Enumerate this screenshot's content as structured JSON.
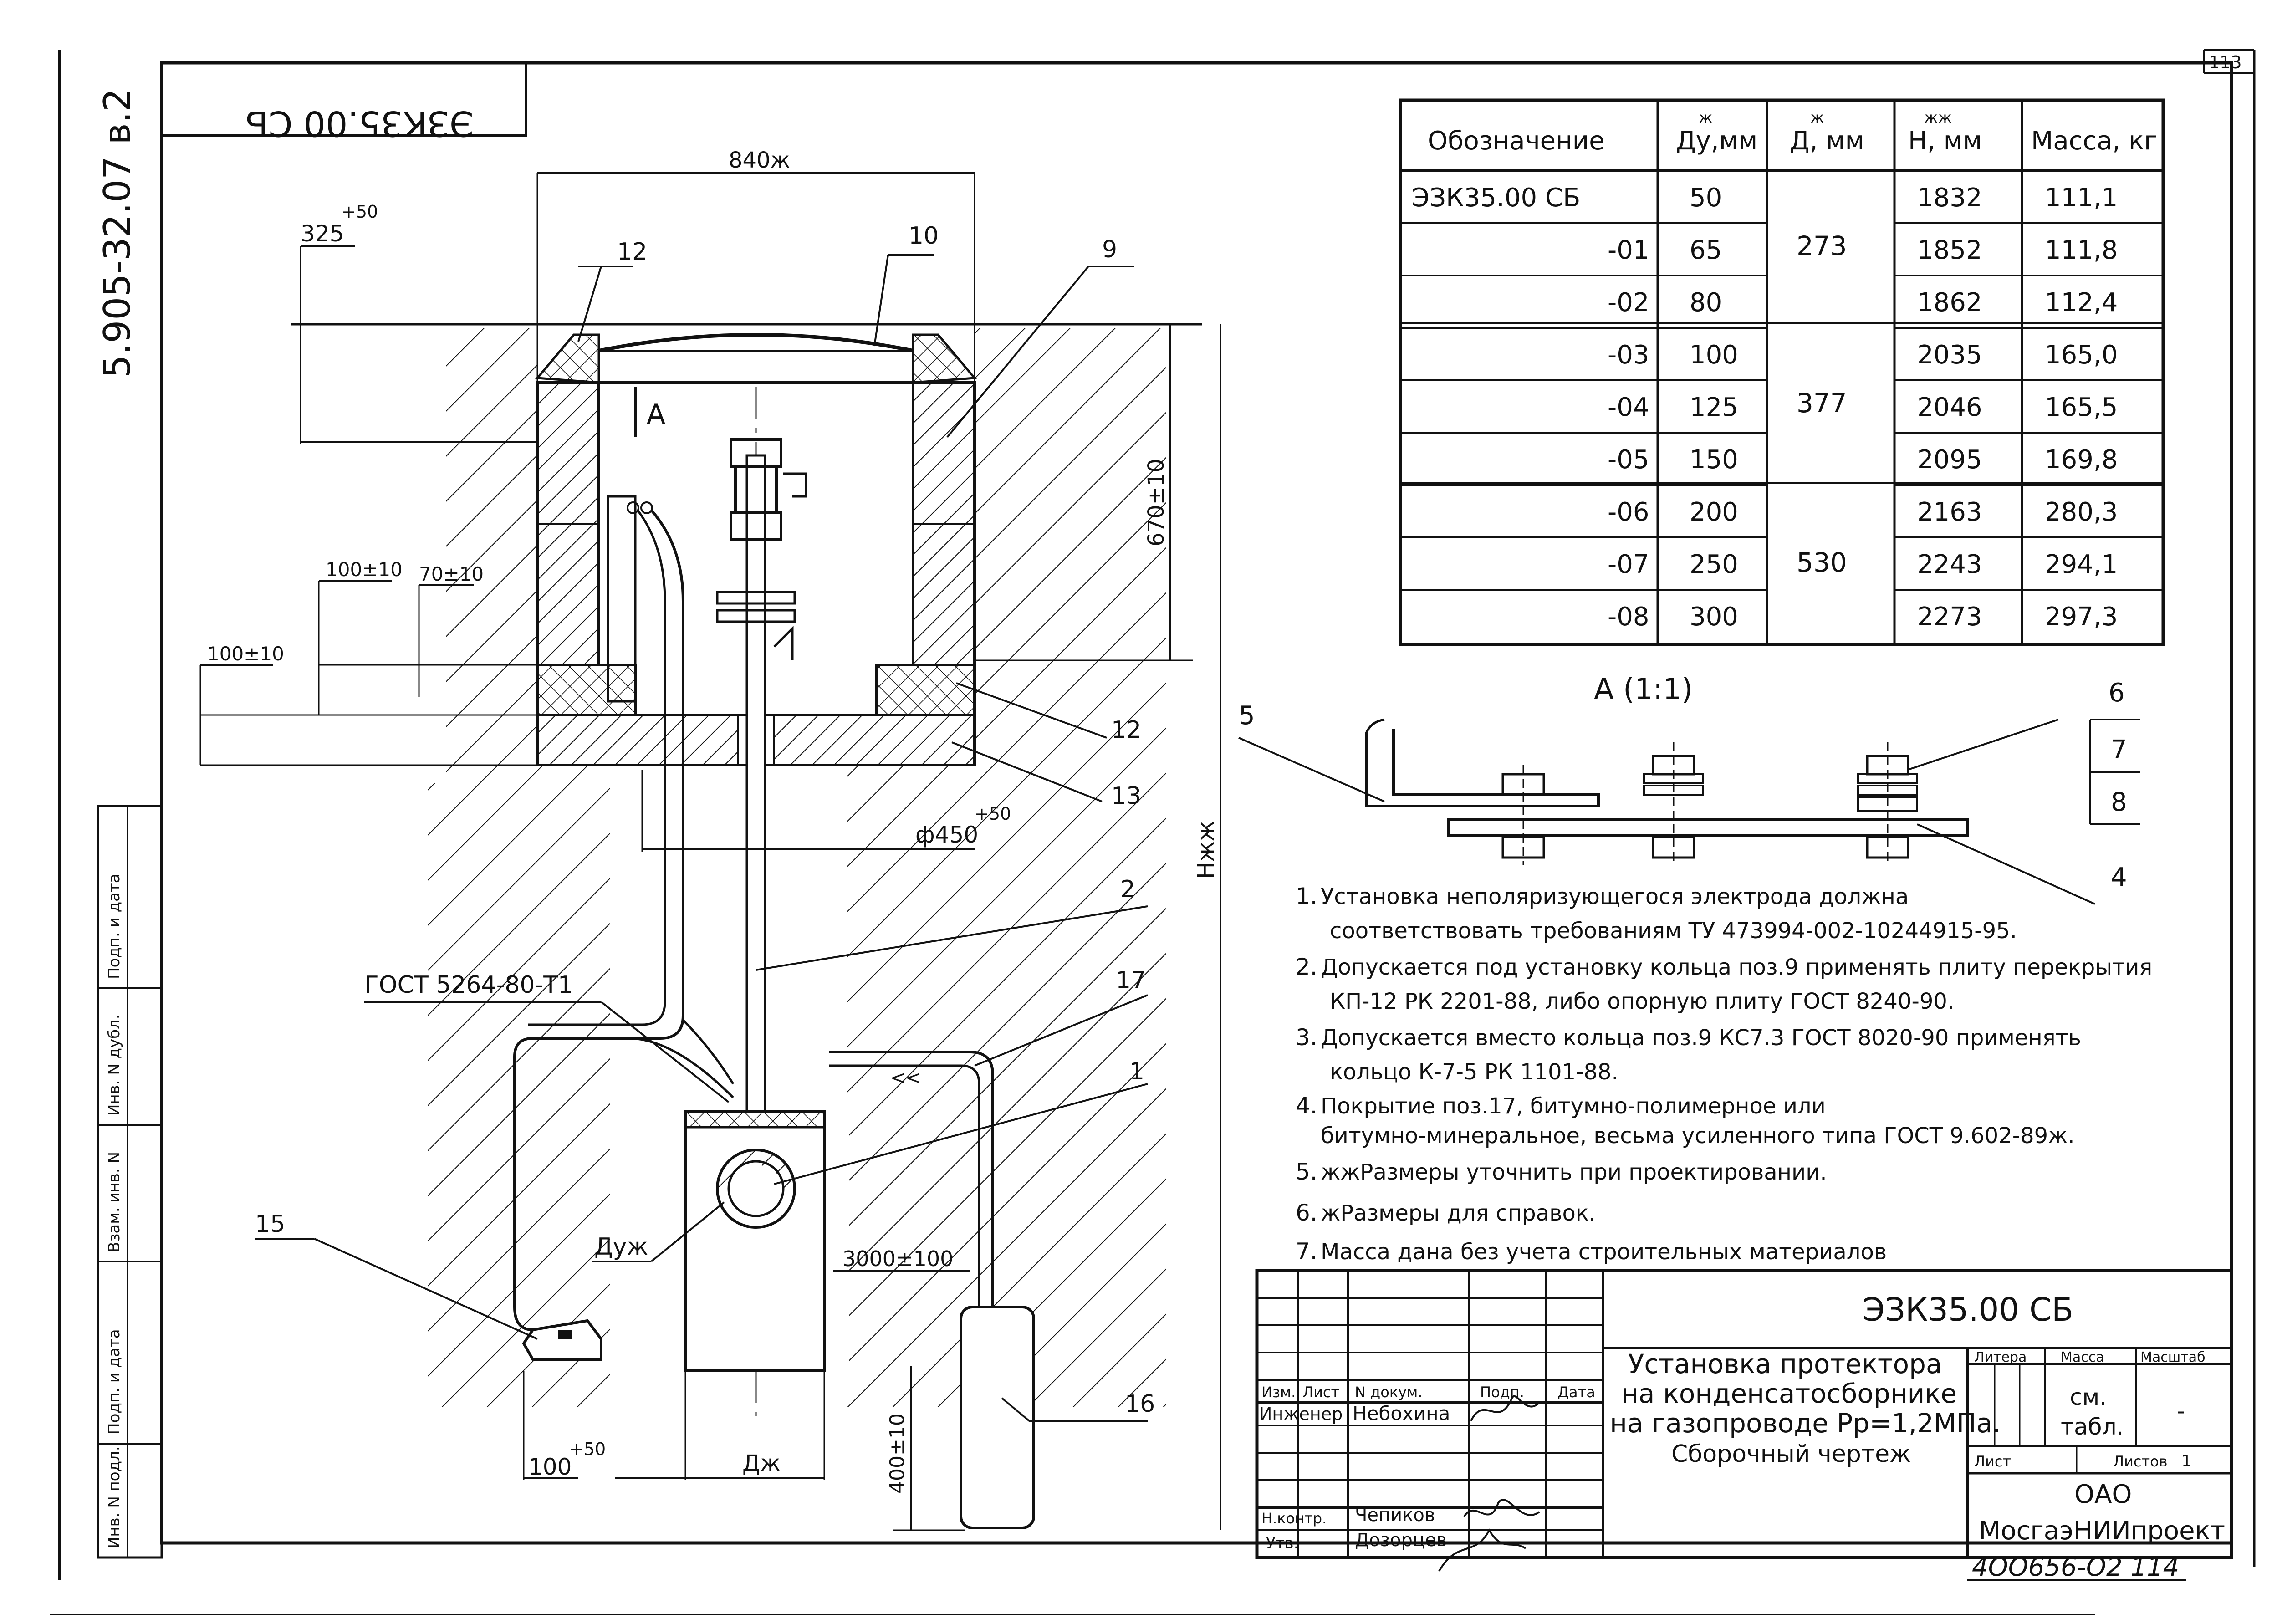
{
  "sheet": {
    "page_number": "113",
    "side_code": "5.905-32.07 в.2",
    "stamp_code": "ЭЗК35.00 СБ",
    "handwritten_number": "4ОО656-О2 114"
  },
  "drawing": {
    "dim_840": "840ж",
    "dim_325": "325",
    "dim_325_tol": "+50",
    "dim_670": "670±10",
    "dim_100_a": "100±10",
    "dim_70": "70±10",
    "dim_100_b": "100±10",
    "dim_450": "ф450",
    "dim_450_tol": "+50",
    "dim_hh": "Нжж",
    "gost_label": "ГОСТ 5264-80-Т1",
    "du_label": "Дуж",
    "dim_3000": "3000±100",
    "dim_100_c": "100",
    "dim_100_c_tol": "+50",
    "dim_d": "Дж",
    "dim_400": "400±10",
    "section_mark": "А",
    "pos_labels": [
      "12",
      "10",
      "9",
      "12",
      "13",
      "2",
      "17",
      "1",
      "15",
      "16"
    ]
  },
  "spec_table": {
    "headers": [
      "Обозначение",
      "Ду,мм",
      "Д, мм",
      "Н, мм",
      "Масса, кг"
    ],
    "header_marks": [
      "ж",
      "ж",
      "жж"
    ],
    "rows": [
      [
        "ЭЗК35.00 СБ",
        "50",
        "1832",
        "111,1"
      ],
      [
        "-01",
        "65",
        "1852",
        "111,8"
      ],
      [
        "-02",
        "80",
        "1862",
        "112,4"
      ],
      [
        "-03",
        "100",
        "2035",
        "165,0"
      ],
      [
        "-04",
        "125",
        "2046",
        "165,5"
      ],
      [
        "-05",
        "150",
        "2095",
        "169,8"
      ],
      [
        "-06",
        "200",
        "2163",
        "280,3"
      ],
      [
        "-07",
        "250",
        "2243",
        "294,1"
      ],
      [
        "-08",
        "300",
        "2273",
        "297,3"
      ]
    ],
    "d_groups": [
      "273",
      "377",
      "530"
    ]
  },
  "section_view": {
    "title": "А (1:1)",
    "labels": [
      "5",
      "6",
      "7",
      "8",
      "4"
    ]
  },
  "notes": [
    {
      "n": "1.",
      "lines": [
        "Установка неполяризующегося электрода должна",
        "соответствовать требованиям ТУ 473994-002-10244915-95."
      ]
    },
    {
      "n": "2.",
      "lines": [
        "Допускается под установку кольца поз.9 применять плиту перекрытия",
        "КП-12 РК 2201-88, либо опорную плиту ГОСТ 8240-90."
      ]
    },
    {
      "n": "3.",
      "lines": [
        "Допускается вместо кольца поз.9 КС7.3 ГОСТ 8020-90 применять",
        "кольцо К-7-5 РК 1101-88."
      ]
    },
    {
      "n": "4.",
      "lines": [
        "Покрытие  поз.17,  битумно-полимерное или",
        "битумно-минеральное, весьма усиленного типа ГОСТ 9.602-89ж."
      ]
    },
    {
      "n": "5.",
      "lines": [
        "жжРазмеры уточнить при проектировании."
      ]
    },
    {
      "n": "6.",
      "lines": [
        "жРазмеры для справок."
      ]
    },
    {
      "n": "7.",
      "lines": [
        "Масса дана без учета строительных материалов"
      ]
    }
  ],
  "title_block": {
    "code": "ЭЗК35.00 СБ",
    "title_lines": [
      "Установка протектора",
      "на конденсатосборнике",
      "на газопроводе Рр=1,2МПа.",
      "Сборочный чертеж"
    ],
    "col_heads": [
      "Изм.",
      "Лист",
      "N докум.",
      "Подп.",
      "Дата"
    ],
    "roles": [
      {
        "role": "Инженер",
        "name": "Небохина"
      },
      {
        "role": "Н.контр.",
        "name": "Чепиков"
      },
      {
        "role": "Утв.",
        "name": "Дозорцев"
      }
    ],
    "litera_label": "Литера",
    "mass_label": "Масса",
    "scale_label": "Масштаб",
    "mass_value_1": "см.",
    "mass_value_2": "табл.",
    "scale_value": "-",
    "sheet_label": "Лист",
    "sheets_label": "Листов",
    "sheets_value": "1",
    "org_1": "ОАО",
    "org_2": "МосгаэНИИпроект"
  },
  "side_strip": [
    "Подп. и дата",
    "Инв. N дубл.",
    "Взам. инв. N",
    "Подп. и дата",
    "Инв. N подл."
  ]
}
